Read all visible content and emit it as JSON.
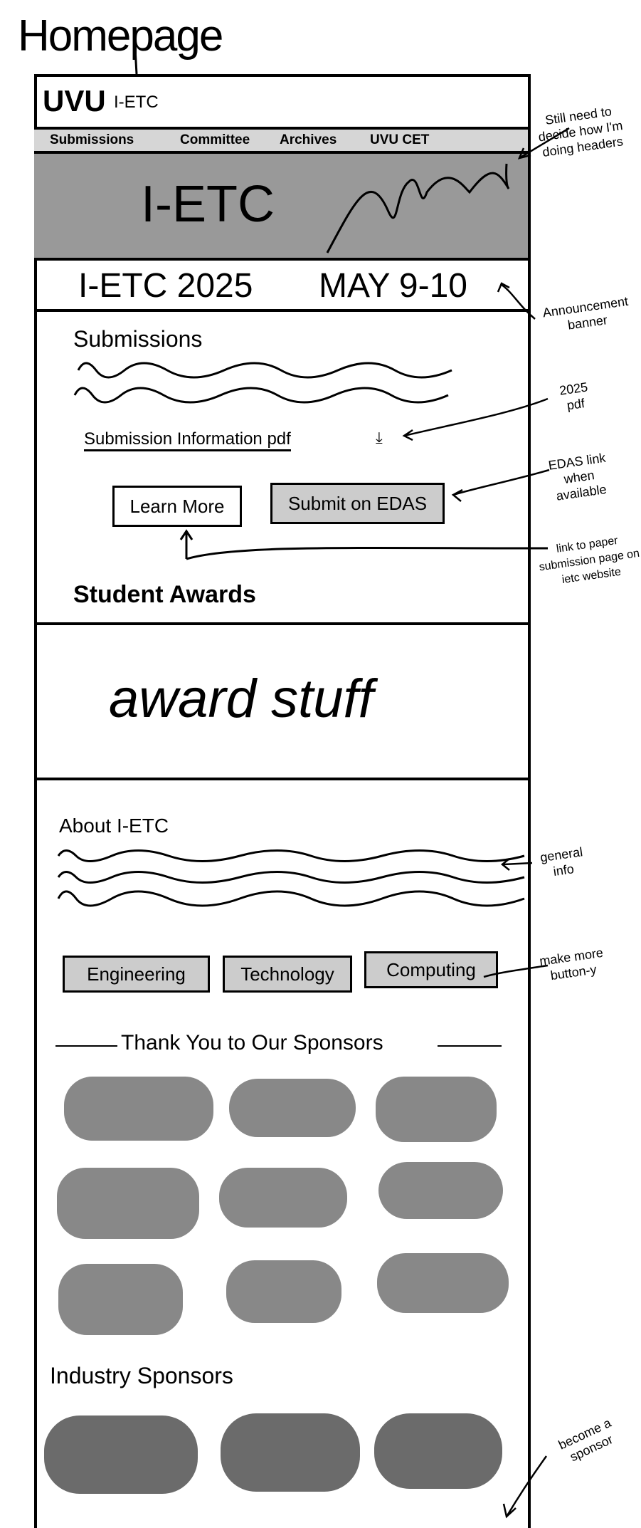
{
  "page_title": "Homepage",
  "header": {
    "logo": "UVU",
    "site_name": "I-ETC"
  },
  "nav": {
    "items": [
      "Submissions",
      "Committee",
      "Archives",
      "UVU CET"
    ]
  },
  "banner": {
    "title": "I-ETC"
  },
  "announcement": {
    "event": "I-ETC 2025",
    "dates": "MAY 9-10"
  },
  "submissions": {
    "heading": "Submissions",
    "pdf_link": "Submission Information pdf",
    "learn_more": "Learn More",
    "submit_edas": "Submit on EDAS",
    "student_awards": "Student Awards"
  },
  "awards": {
    "placeholder": "award stuff"
  },
  "about": {
    "heading": "About I-ETC",
    "buttons": [
      "Engineering",
      "Technology",
      "Computing"
    ],
    "sponsors_heading": "Thank You to Our Sponsors",
    "industry_heading": "Industry Sponsors"
  },
  "annotations": {
    "headers": "Still need to decide how I'm doing headers",
    "announcement": "Announcement banner",
    "pdf": "2025 pdf",
    "edas": "EDAS link when available",
    "learn_more": "link to paper submission page on ietc website",
    "about": "general info",
    "buttons": "make more button-y",
    "sponsor": "become a sponsor"
  },
  "colors": {
    "nav": "#d6d6d6",
    "banner": "#999999",
    "button": "#cccccc",
    "sponsor_logo": "#888888",
    "industry_logo": "#6b6b6b"
  }
}
